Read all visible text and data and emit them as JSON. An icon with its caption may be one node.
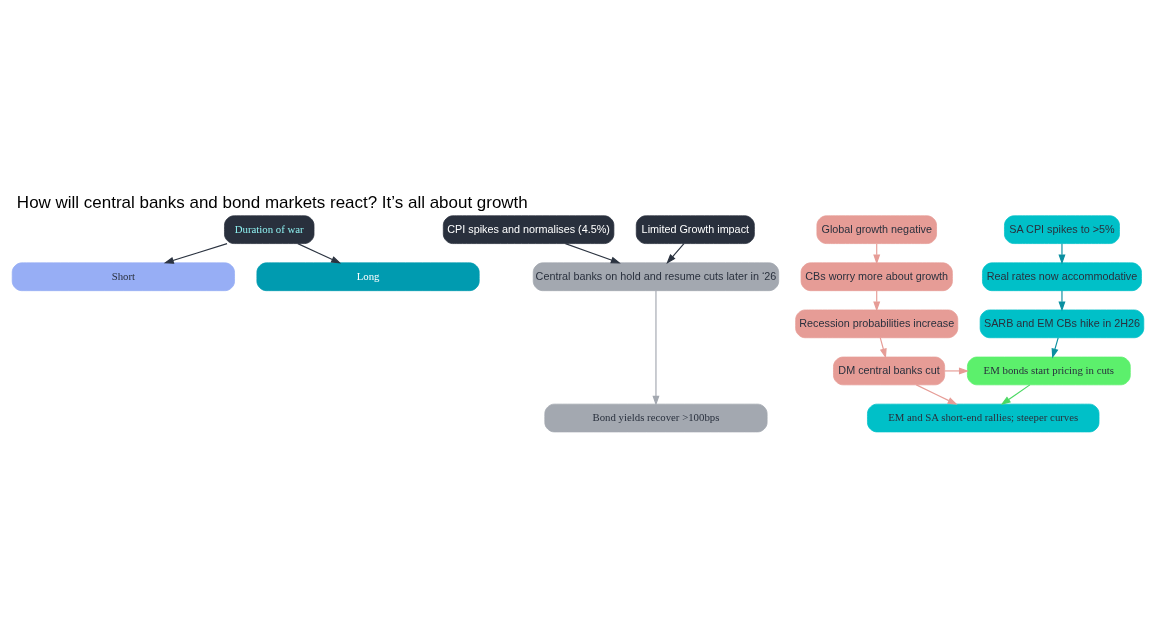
{
  "diagram": {
    "title": "How will central banks and bond markets react? It’s all about growth",
    "nodes": [
      {
        "text": [
          "Duration of war"
        ]
      },
      {
        "text": [
          "Short"
        ]
      },
      {
        "text": [
          "CPI spikes and normalises (4.5%)"
        ]
      },
      {
        "text": [
          "Limited Growth impact"
        ]
      },
      {
        "text": [
          "Central banks on hold and resume cuts later in ‘26"
        ]
      },
      {
        "text": [
          "Bond yields recover >100bps"
        ]
      },
      {
        "text": [
          "Long"
        ]
      },
      {
        "text": [
          "SA CPI spikes to >5%"
        ]
      },
      {
        "text": [
          "Real rates now accommodative"
        ]
      },
      {
        "text": [
          "SARB and EM CBs hike in 2H26"
        ]
      },
      {
        "text": [
          "EM bonds start pricing in cuts"
        ]
      },
      {
        "text": [
          "Global growth negative"
        ]
      },
      {
        "text": [
          "CBs worry more about growth"
        ]
      },
      {
        "text": [
          "Recession probabilities increase"
        ]
      },
      {
        "text": [
          "DM central banks cut"
        ]
      },
      {
        "text": [
          "EM and SA short-end rallies; steeper curves"
        ]
      }
    ],
    "edges": [
      {
        "from": 0,
        "to": 1,
        "arrow": "to",
        "color": "#2b3340"
      },
      {
        "from": 0,
        "to": 6,
        "arrow": "to",
        "color": "#2b3340"
      },
      {
        "from": 2,
        "to": 4,
        "arrow": "to",
        "color": "#2b3340"
      },
      {
        "from": 3,
        "to": 4,
        "arrow": "to",
        "color": "#2b3340"
      },
      {
        "from": 4,
        "to": 5,
        "arrow": "to",
        "color": "#a3a8b0"
      },
      {
        "from": 7,
        "to": 8,
        "arrow": "to",
        "color": "#0a8fa0"
      },
      {
        "from": 8,
        "to": 9,
        "arrow": "to",
        "color": "#0a8fa0"
      },
      {
        "from": 9,
        "to": 10,
        "arrow": "to",
        "color": "#0a8fa0"
      },
      {
        "from": 10,
        "to": 15,
        "arrow": "to",
        "color": "#4cd964"
      },
      {
        "from": 11,
        "to": 12,
        "arrow": "to"
      },
      {
        "from": 12,
        "to": 13,
        "arrow": "to"
      },
      {
        "from": 13,
        "to": 14,
        "arrow": "to"
      },
      {
        "from": 14,
        "to": 10,
        "arrow": "to"
      },
      {
        "from": 14,
        "to": 15,
        "arrow": "to"
      }
    ]
  }
}
